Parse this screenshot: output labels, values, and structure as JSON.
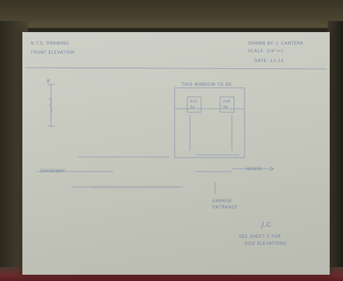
{
  "header_left": {
    "line1": "N.T.S. DRAWING",
    "line2": "FRONT ELEVATION"
  },
  "header_right": {
    "line1": "DRAWN BY: J. CANTERA",
    "line2": "SCALE: 1/4\"=1'",
    "date": "DATE: 12-14"
  },
  "labels": {
    "window_label": "THIS WINDOW TO BE",
    "pane_left": "6x1",
    "pane_left_sub": "3a",
    "pane_right": "2x8",
    "pane_right_sub": "3a",
    "scale_label": "8'",
    "left_note": "DRIVEWAY",
    "right_note": "HOUSE",
    "mid_note_1": "GARAGE",
    "mid_note_2": "ENTRANCE",
    "signature": "J.C.",
    "foot_note_1": "SEE SHEET 2 FOR",
    "foot_note_2": "SIDE ELEVATIONS"
  },
  "colors": {
    "paper": "#c9cbc1",
    "ink": "#5d6f9a"
  }
}
